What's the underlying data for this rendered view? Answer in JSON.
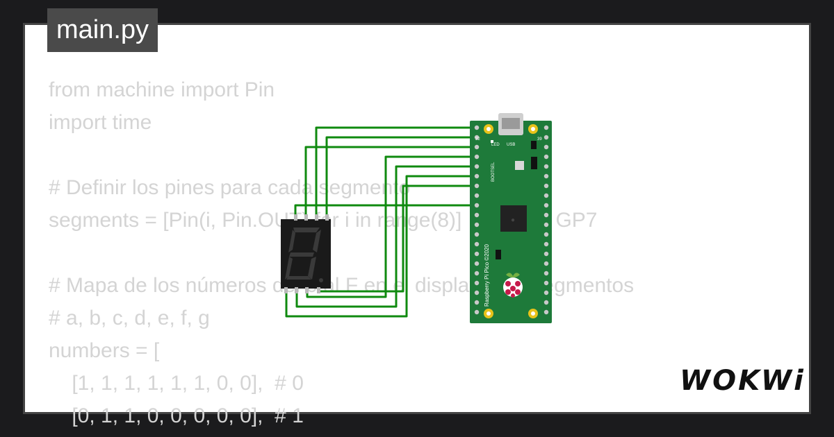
{
  "tab": {
    "filename": "main.py"
  },
  "code": {
    "lines": [
      "from machine import Pin",
      "import time",
      "",
      "# Definir los pines para cada segmento",
      "segments = [Pin(i, Pin.OUT) for i in range(8)]  # GP0 a GP7",
      "",
      "# Mapa de los números del 0 al F en el display de 7 segmentos",
      "# a, b, c, d, e, f, g",
      "numbers = [",
      "    [1, 1, 1, 1, 1, 1, 0, 0],  # 0",
      "    [0, 1, 1, 0, 0, 0, 0, 0],  # 1"
    ]
  },
  "board": {
    "silkscreen": "Raspberry Pi Pico ©2020",
    "led_label": "LED",
    "usb_label": "USB",
    "bootsel_label": "BOOTSEL",
    "pin_left": "32",
    "pin_right": "39"
  },
  "colors": {
    "wire": "#0f8a0f",
    "pcb": "#1e7a3a",
    "display": "#1a1a1a"
  },
  "brand": {
    "logo": "WOKWi"
  }
}
